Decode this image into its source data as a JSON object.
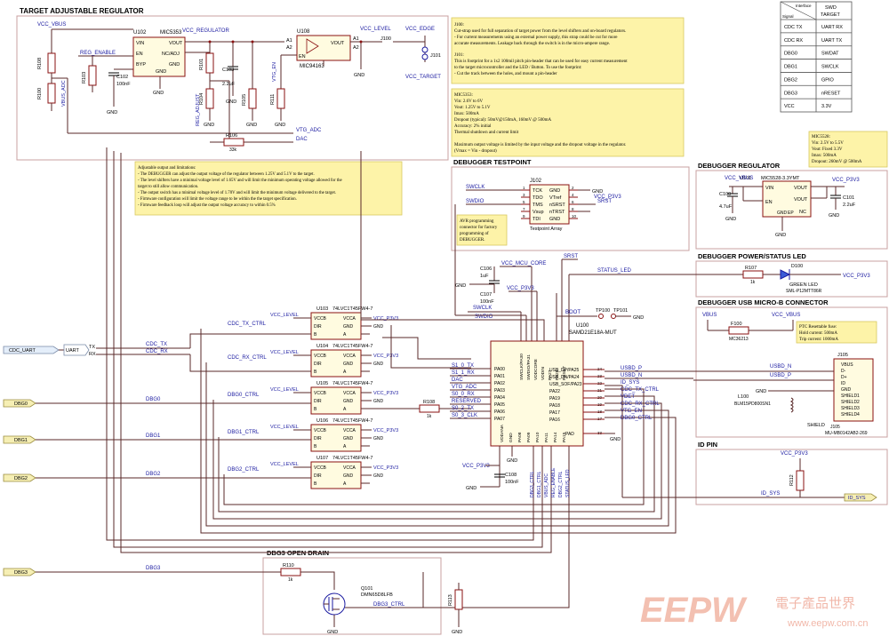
{
  "sections": {
    "target_reg": "TARGET ADJUSTABLE REGULATOR",
    "dbg_testpoint": "DEBUGGER TESTPOINT",
    "dbg_reg": "DEBUGGER REGULATOR",
    "dbg_led": "DEBUGGER POWER/STATUS LED",
    "dbg_usb": "DEBUGGER USB MICRO-B CONNECTOR",
    "id_pin": "ID PIN",
    "dbg3_od": "DBG3 OPEN DRAIN"
  },
  "notes": {
    "j100": [
      "J100:",
      "Cut-strap used for full separation of target power from the level shifters and on-board regulators.",
      "- For current measurements using an external power supply, this strap could be cut for more",
      "accurate measurements. Leakage back through the switch is in the micro-ampere range.",
      "",
      "J101:",
      "This is footprint for a 1x2 100mil pitch pin-header that can be used for easy current measurement",
      "to the target microcontroller and the LED / Button. To use the footprint:",
      "- Cut the track between the holes, and mount a pin-header"
    ],
    "mic5353": [
      "MIC5353:",
      "Vin: 2.6V to 6V",
      "Vout: 1.25V to 5.1V",
      "Imax: 500mA",
      "Dropout (typical): 50mV@150mA, 160mV @ 500mA",
      "Accuracy: 2% initial",
      "Thermal shutdown and current limit",
      "",
      "Maximum output voltage is limited by the input voltage and the dropout voltage in the regulator.",
      "(Vmax = Vin - dropout)"
    ],
    "adjust": [
      "Adjustable output and limitations:",
      "- The DEBUGGER can adjust the output voltage of the regulator between 1.25V and 5.1V to the target.",
      "- The level shifters have a minimal voltage level of 1.65V and will limit the minimum operating voltage allowed for the",
      "target to still allow communication.",
      "- The output switch has a minimal voltage level of 1.70V and will limit the minimum voltage delivered to the target.",
      "- Firmware configuration will limit the voltage range to be within the the target specification.",
      "- Firmware feedback loop will adjust the output voltage accuracy to within 0.5%"
    ],
    "mic5528": [
      "MIC5528:",
      "Vin: 2.5V to 5.5V",
      "Vout: Fixed 3.3V",
      "Imax: 500mA",
      "Dropout: 260mV @ 500mA"
    ],
    "avr": [
      "AVR programming",
      "connector for factory",
      "programming of",
      "DEBUGGER."
    ],
    "ptc": [
      "PTC Resettable fuse:",
      "Hold current: 500mA",
      "Trip current: 1000mA"
    ]
  },
  "iface_table": {
    "corner_top": "Interface",
    "corner_bottom": "Signal",
    "col_head": "SWD\nTARGET",
    "rows": [
      [
        "CDC TX",
        "UART RX"
      ],
      [
        "CDC RX",
        "UART TX"
      ],
      [
        "DBG0",
        "SWDAT"
      ],
      [
        "DBG1",
        "SWCLK"
      ],
      [
        "DBG2",
        "GPIO"
      ],
      [
        "DBG3",
        "nRESET"
      ],
      [
        "VCC",
        "3.3V"
      ]
    ]
  },
  "parts": {
    "u102": "U102",
    "u102_val": "MIC5353",
    "u108": "U108",
    "u108_val": "MIC94163",
    "u101": "U101",
    "u101_val": "MIC5528-3.3YMT",
    "u100": "U100",
    "u100_val": "SAMD21E18A-MUT",
    "j102": "J102",
    "j102_val": "Testpoint Array",
    "j105": "J105",
    "j105_val": "MU-MB0142AB2-269",
    "d100": "D100",
    "d100_val": "GREEN LED",
    "d100_pn": "SML-P12MTT86R",
    "f100": "F100",
    "f100_val": "MC36213",
    "l100": "L100",
    "l100_val": "BLM15PD800SN1",
    "q101": "Q101",
    "q101_val": "DMN65D8LFB",
    "r100": "R100",
    "r101": "R101",
    "r102": "R102",
    "r103": "R103",
    "r104": "R104",
    "r105": "R105",
    "r106": "R106",
    "r107": "R107",
    "r108": "R108",
    "r110": "R110",
    "r111": "R111",
    "r112": "R112",
    "r113": "R113",
    "r106_val": "33k",
    "r107_val": "1k",
    "r108_val": "1k",
    "r110_val": "1k",
    "c100": "C100",
    "c100_val": "4.7uF",
    "c101": "C101",
    "c101_val": "2.2uF",
    "c102": "C102",
    "c102_val": "100nF",
    "c103": "C103",
    "c103_val": "2.2uF",
    "c105": "C105",
    "c106": "C106",
    "c106_val": "1uF",
    "c107": "C107",
    "c107_val": "100nF",
    "c108": "C108",
    "c108_val": "100nF",
    "j100": "J100",
    "j101": "J101",
    "tp100": "TP100",
    "tp101": "TP101",
    "u103": "U103",
    "u104": "U104",
    "u105": "U105",
    "u106": "U106",
    "u107": "U107",
    "shifter_val": "74LVC1T45FW4-7"
  },
  "pins": {
    "u102_left": [
      "VIN",
      "EN",
      "BYP",
      "GND"
    ],
    "u102_right": [
      "VOUT",
      "NC/ADJ",
      "GND"
    ],
    "u108_left": [
      "A1",
      "A2",
      "EN"
    ],
    "u108_right": [
      "VOUT"
    ],
    "u108_bottom": "GND",
    "j102_left": [
      "TCK",
      "TDO",
      "TMS",
      "Vsup",
      "TDI"
    ],
    "j102_right": [
      "GND",
      "VTref",
      "nSRST",
      "nTRST",
      "GND"
    ],
    "j102_nums_l": [
      "1",
      "3",
      "5",
      "7",
      "9"
    ],
    "j102_nums_r": [
      "2",
      "4",
      "6",
      "8",
      "10"
    ],
    "u101_left": [
      "VIN",
      "EN"
    ],
    "u101_right": [
      "VOUT",
      "VOUT",
      "NC"
    ],
    "u101_bottom": [
      "GND",
      "EP"
    ],
    "shifter_left": [
      "VCCB",
      "DIR",
      "B"
    ],
    "shifter_right": [
      "VCCA",
      "GND",
      "A"
    ],
    "u100_top": [
      "SWCLK/PA30",
      "SWDIO/PA31",
      "VDDCORE",
      "VDDIN",
      "PA27",
      "PA28",
      "RESET"
    ],
    "u100_left": [
      "PA00",
      "PA01",
      "PA02",
      "PA03",
      "PA04",
      "PA05",
      "PA06",
      "PA07"
    ],
    "u100_right": [
      "USB_DP/PA25",
      "USB_DN/PA24",
      "USB_SOF/PA23",
      "PA22",
      "PA19",
      "PA18",
      "PA17",
      "PA16",
      "PAD"
    ],
    "u100_right_nums": [
      "24",
      "23",
      "22",
      "21",
      "20",
      "19",
      "18",
      "17",
      "33"
    ],
    "u100_bottom": [
      "VDDANA",
      "GND",
      "PA08",
      "PA09",
      "PA10",
      "PA11",
      "PA14",
      "PA15"
    ],
    "j105_pins": [
      "VBUS",
      "D-",
      "D+",
      "ID",
      "GND",
      "SHIELD1",
      "SHIELD2",
      "SHIELD3",
      "SHIELD4"
    ]
  },
  "nets": {
    "vcc_vbus": "VCC_VBUS",
    "vcc_regulator": "VCC_REGULATOR",
    "vcc_level": "VCC_LEVEL",
    "vcc_edge": "VCC_EDGE",
    "vcc_target": "VCC_TARGET",
    "reg_enable": "REG_ENABLE",
    "reg_adjust": "REG_ADJUST",
    "vbus_adc": "VBUS_ADC",
    "vtg_en": "VTG_EN",
    "vtg_adc": "VTG_ADC",
    "dac": "DAC",
    "gnd": "GND",
    "swclk": "SWCLK",
    "swdio": "SWDIO",
    "srst": "SRST",
    "vcc_p3v3": "VCC_P3V3",
    "vcc_mcu_core": "VCC_MCU_CORE",
    "status_led": "STATUS_LED",
    "boot": "BOOT",
    "vbus": "VBUS",
    "usbd_p": "USBD_P",
    "usbd_n": "USBD_N",
    "id_sys": "ID_SYS",
    "shield": "SHIELD",
    "cdc_tx_ctrl": "CDC_TX_CTRL",
    "cdc_rx_ctrl": "CDC_RX_CTRL",
    "dbg0_ctrl": "DBG0_CTRL",
    "dbg1_ctrl": "DBG1_CTRL",
    "dbg2_ctrl": "DBG2_CTRL",
    "dbg3_ctrl": "DBG3_CTRL",
    "cdc_tx": "CDC_TX",
    "cdc_rx": "CDC_RX",
    "cdc_uart": "CDC_UART",
    "uart": "UART",
    "tx": "TX",
    "rx": "RX",
    "dbg0": "DBG0",
    "dbg1": "DBG1",
    "dbg2": "DBG2",
    "dbg3": "DBG3",
    "s1_0_tx": "S1_0_TX",
    "s1_1_rx": "S1_1_RX",
    "s0_2_tx": "S0_2_TX",
    "s0_3_clk": "S0_3_CLK",
    "s0_0_rx": "S0_0_RX",
    "reserved": "RESERVED",
    "vdet": "VDET",
    "id_sys_label": "ID_SYS"
  },
  "watermark": {
    "brand": "EEPW",
    "cn": "電子產品世界",
    "url": "www.eepw.com.cn"
  }
}
